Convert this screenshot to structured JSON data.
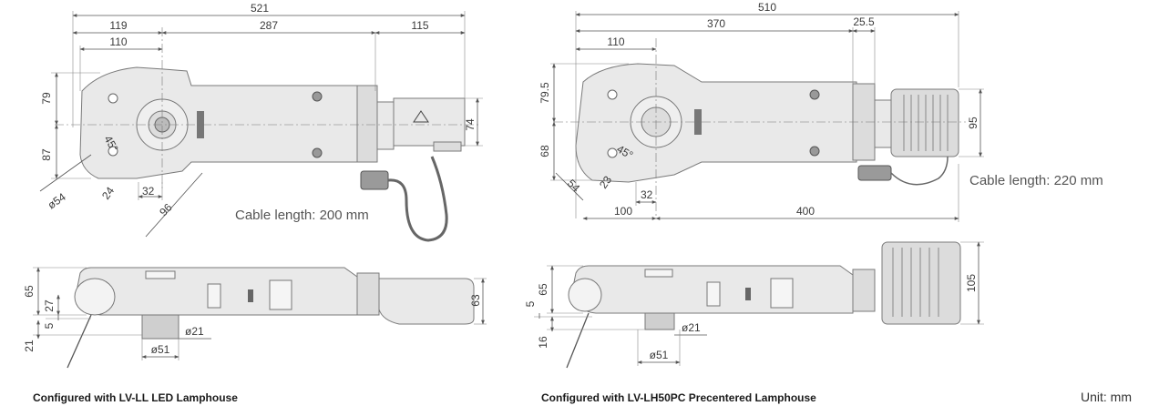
{
  "left_top": {
    "dims": {
      "overall": "521",
      "a": "119",
      "b": "287",
      "c": "115",
      "d": "110",
      "h_top": "79",
      "h_bottom": "87",
      "h_lamp": "74",
      "angle": "45°",
      "dia": "ø54",
      "w24": "24",
      "w32": "32",
      "w96": "96"
    },
    "cable_note": "Cable length: 200 mm"
  },
  "right_top": {
    "dims": {
      "overall": "510",
      "a": "370",
      "b": "25.5",
      "c": "110",
      "h_top": "79.5",
      "h_bottom": "68",
      "h_lamp": "95",
      "angle": "45°",
      "w54": "54",
      "w23": "23",
      "w32": "32",
      "bottom_a": "100",
      "bottom_b": "400"
    },
    "cable_note": "Cable length: 220 mm"
  },
  "left_side": {
    "dims": {
      "h65": "65",
      "h27": "27",
      "h5": "5",
      "h21": "21",
      "h63": "63",
      "d21": "ø21",
      "d51": "ø51"
    }
  },
  "right_side": {
    "dims": {
      "h65": "65",
      "h5": "5",
      "h16": "16",
      "h105": "105",
      "d21": "ø21",
      "d51": "ø51"
    }
  },
  "captions": {
    "left": "Configured with LV-LL LED Lamphouse",
    "right": "Configured with LV-LH50PC Precentered Lamphouse",
    "unit": "Unit: mm"
  }
}
